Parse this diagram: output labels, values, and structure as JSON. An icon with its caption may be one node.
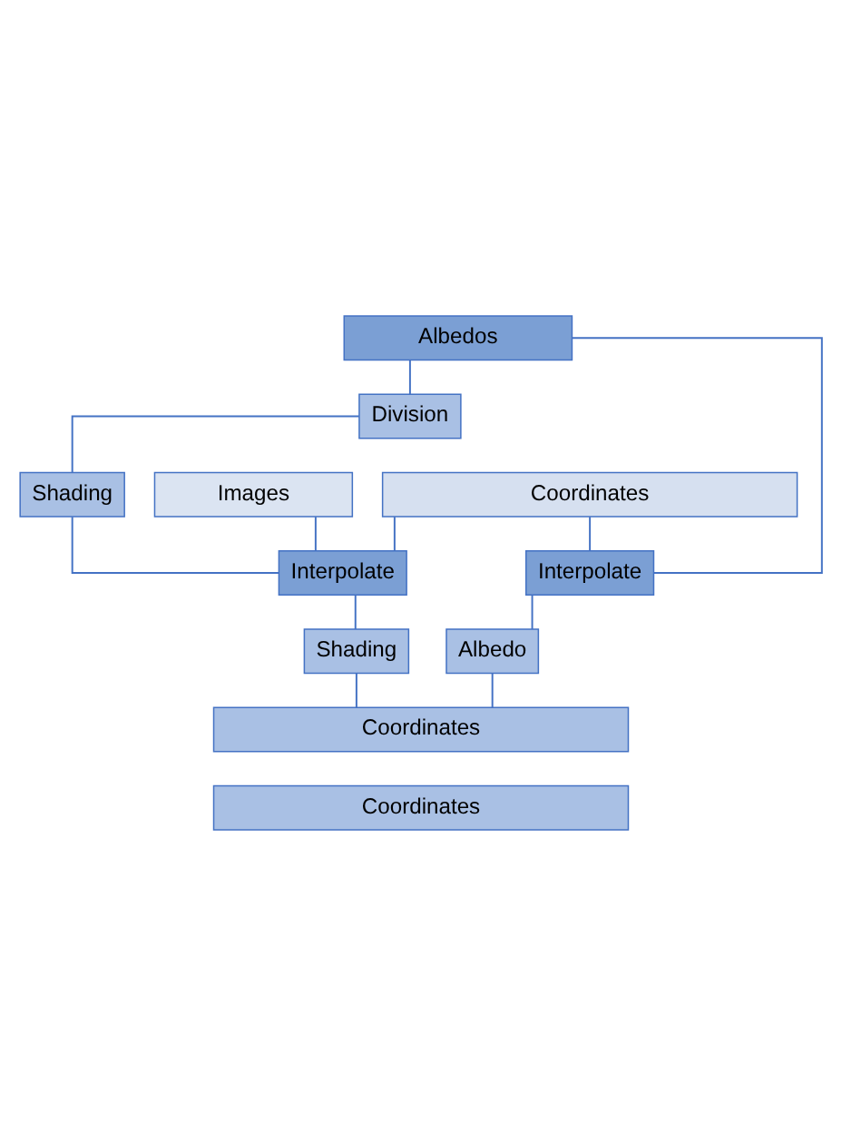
{
  "diagram": {
    "nodes": [
      {
        "text": [
          "Coordinates"
        ]
      },
      {
        "text": [
          "Images"
        ]
      },
      {
        "text": [
          "Albedos"
        ]
      },
      {
        "text": [
          "Division"
        ]
      },
      {
        "text": [
          "Shading"
        ]
      },
      {
        "text": [
          "Interpolate"
        ]
      },
      {
        "text": [
          "Interpolate"
        ]
      },
      {
        "text": [
          "Shading"
        ]
      },
      {
        "text": [
          "Albedo"
        ]
      },
      {
        "text": [
          "Coordinates"
        ]
      },
      {
        "text": [
          "Coordinates"
        ]
      }
    ],
    "edges": [
      {
        "from": 0,
        "to": 5,
        "arrow": "none"
      },
      {
        "from": 1,
        "to": 5,
        "arrow": "none"
      },
      {
        "from": 2,
        "to": 3,
        "arrow": "none"
      },
      {
        "from": 3,
        "to": 4,
        "arrow": "none"
      },
      {
        "from": 4,
        "to": 5,
        "arrow": "none"
      },
      {
        "from": 2,
        "to": 6,
        "arrow": "none"
      },
      {
        "from": 0,
        "to": 6,
        "arrow": "none"
      },
      {
        "from": 5,
        "to": 7,
        "arrow": "none"
      },
      {
        "from": 6,
        "to": 8,
        "arrow": "none"
      },
      {
        "from": 7,
        "to": 9,
        "arrow": "none"
      },
      {
        "from": 8,
        "to": 9,
        "arrow": "none"
      }
    ]
  }
}
